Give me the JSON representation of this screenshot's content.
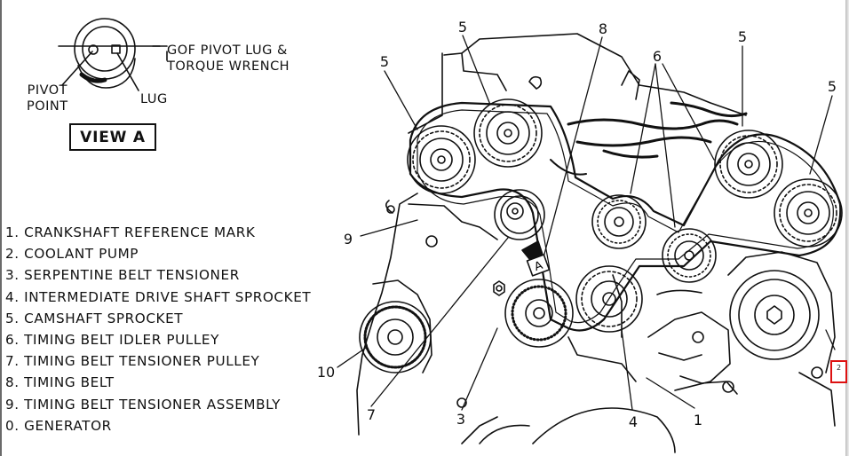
{
  "view_a": {
    "pivot_point_line1": "PIVOT",
    "pivot_point_line2": "POINT",
    "lug_label": "LUG",
    "wrench_line1": "GOF PIVOT LUG &",
    "wrench_line2": "TORQUE WRENCH",
    "view_label": "VIEW A"
  },
  "legend": [
    "1. CRANKSHAFT REFERENCE MARK",
    "2. COOLANT PUMP",
    "3. SERPENTINE BELT TENSIONER",
    "4. INTERMEDIATE DRIVE SHAFT SPROCKET",
    "5. CAMSHAFT SPROCKET",
    "6. TIMING BELT IDLER PULLEY",
    "7. TIMING BELT TENSIONER PULLEY",
    "8. TIMING BELT",
    "9. TIMING BELT TENSIONER ASSEMBLY",
    "0. GENERATOR"
  ],
  "callouts": {
    "n1": "1",
    "n3": "3",
    "n4": "4",
    "n5a": "5",
    "n5b": "5",
    "n5c": "5",
    "n5d": "5",
    "n6": "6",
    "n7": "7",
    "n8": "8",
    "n9": "9",
    "n10": "10"
  },
  "arrow_letter": "A",
  "page_badge": "2",
  "colors": {
    "line": "#111111",
    "badge_border": "#dd1111"
  }
}
